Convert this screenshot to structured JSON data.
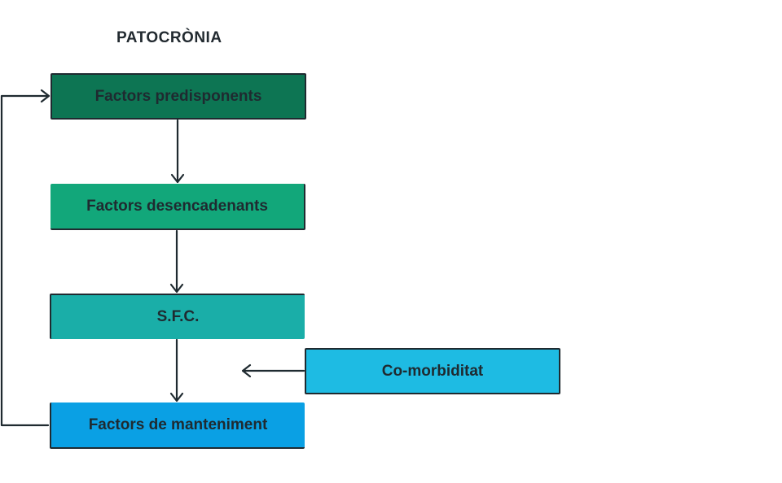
{
  "diagram": {
    "title": "PATOCRÒNIA",
    "nodes": {
      "predisponents": {
        "label": "Factors predisponents",
        "color": "#0d7553"
      },
      "desencadenants": {
        "label": "Factors desencadenants",
        "color": "#12a77a"
      },
      "sfc": {
        "label": "S.F.C.",
        "color": "#1aaea8"
      },
      "manteniment": {
        "label": "Factors de manteniment",
        "color": "#0aa0e4"
      },
      "comorbiditat": {
        "label": "Co-morbiditat",
        "color": "#1ebbe3"
      }
    },
    "edges": [
      {
        "from": "predisponents",
        "to": "desencadenants"
      },
      {
        "from": "desencadenants",
        "to": "sfc"
      },
      {
        "from": "sfc",
        "to": "manteniment"
      },
      {
        "from": "comorbiditat",
        "to": "sfc-manteniment-link"
      },
      {
        "from": "manteniment",
        "to": "predisponents"
      }
    ]
  }
}
